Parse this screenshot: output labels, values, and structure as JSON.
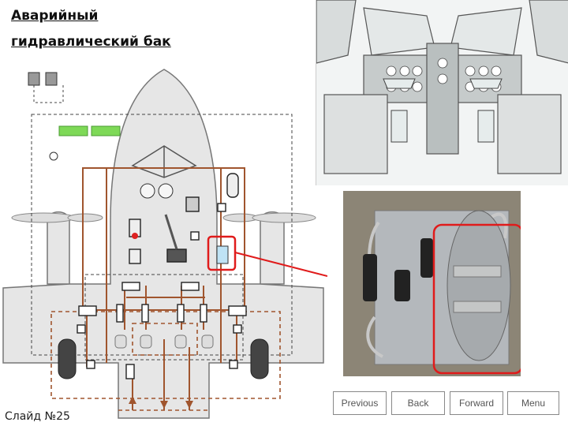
{
  "slide": {
    "title_line1": "Аварийный",
    "title_line2": "гидравлический бак",
    "slide_number": "Слайд №25"
  },
  "navigation": {
    "previous": "Previous",
    "back": "Back",
    "forward": "Forward",
    "menu": "Menu"
  },
  "colors": {
    "pipe": "#a0552e",
    "highlight": "#e01b1b",
    "aircraft_fill": "#e6e6e6",
    "indicator_green": "#7ed957"
  }
}
